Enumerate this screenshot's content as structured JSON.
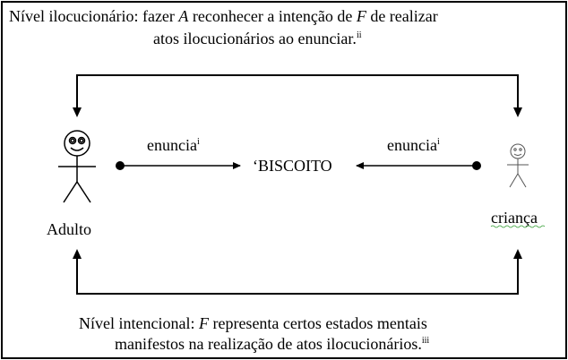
{
  "top_caption": {
    "line1_pre": "Nível ilocucionário: fazer ",
    "line1_A": "A",
    "line1_mid": " reconhecer a intenção de ",
    "line1_F": "F",
    "line1_post": " de realizar",
    "line2": "atos ilocucionários ao enunciar.",
    "line2_sup": "ii"
  },
  "left_arrow_label": {
    "text": "enuncia",
    "sup": "i"
  },
  "right_arrow_label": {
    "text": "enuncia",
    "sup": "i"
  },
  "center_word": "‘BISCOITO",
  "adult_label": "Adulto",
  "child_label": "criança",
  "bottom_caption": {
    "line1_pre": "Nível intencional: ",
    "line1_F": "F",
    "line1_post": " representa certos estados mentais",
    "line2": "manifestos na realização de atos ilocucionários.",
    "line2_sup": "iii"
  }
}
